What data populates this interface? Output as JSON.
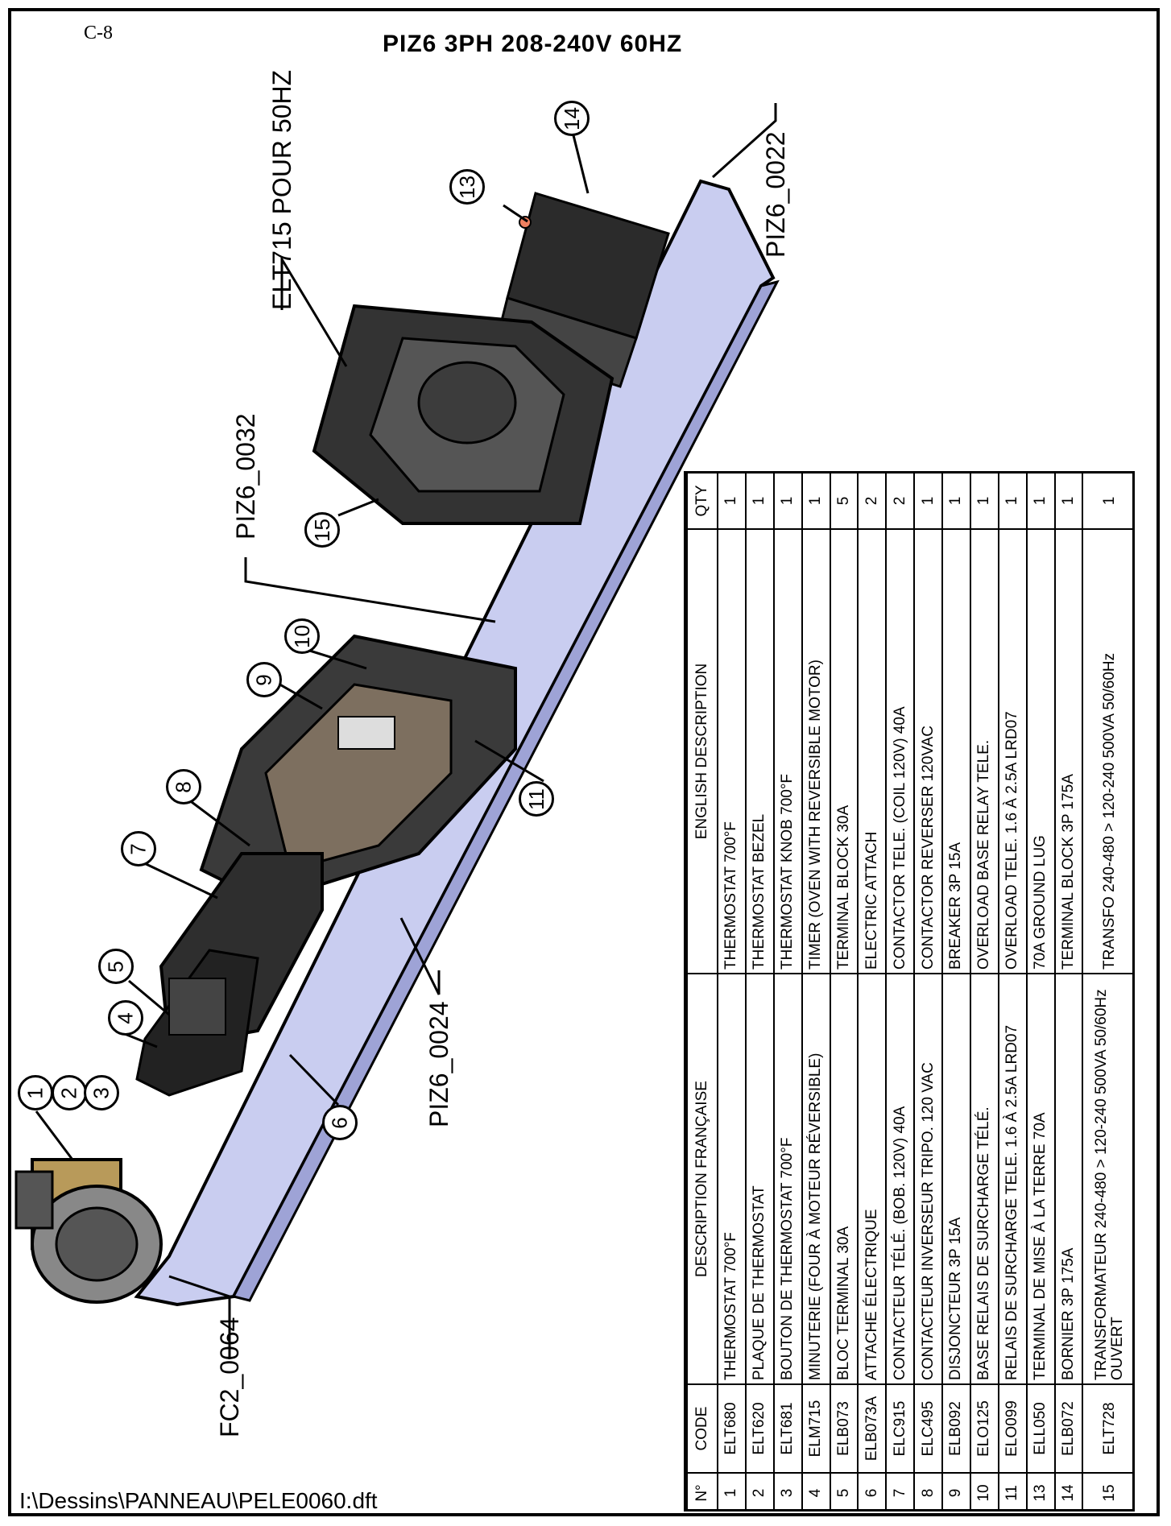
{
  "page_code": "C-8",
  "title": "PIZ6 3PH 208-240V 60HZ",
  "file_path": "I:\\Dessins\\PANNEAU\\PELE0060.dft",
  "callouts": {
    "elt715_50hz": "ELT715 POUR 50HZ",
    "piz6_0022": "PIZ6_0022",
    "piz6_0032": "PIZ6_0032",
    "piz6_0024": "PIZ6_0024",
    "fc2_0064": "FC2_0064"
  },
  "balloons": [
    "1",
    "2",
    "3",
    "4",
    "5",
    "6",
    "7",
    "8",
    "9",
    "10",
    "11",
    "13",
    "14",
    "15"
  ],
  "table": {
    "headers": {
      "no": "N°",
      "code": "CODE",
      "fr": "DESCRIPTION FRANÇAISE",
      "en": "ENGLISH DESCRIPTION",
      "qty": "QTY"
    },
    "rows": [
      {
        "no": "1",
        "code": "ELT680",
        "fr": "THERMOSTAT 700°F",
        "en": "THERMOSTAT 700°F",
        "qty": "1"
      },
      {
        "no": "2",
        "code": "ELT620",
        "fr": "PLAQUE DE THERMOSTAT",
        "en": "THERMOSTAT BEZEL",
        "qty": "1"
      },
      {
        "no": "3",
        "code": "ELT681",
        "fr": "BOUTON DE THERMOSTAT 700°F",
        "en": "THERMOSTAT KNOB 700°F",
        "qty": "1"
      },
      {
        "no": "4",
        "code": "ELM715",
        "fr": "MINUTERIE (FOUR À MOTEUR RÉVERSIBLE)",
        "en": "TIMER (OVEN WITH REVERSIBLE MOTOR)",
        "qty": "1"
      },
      {
        "no": "5",
        "code": "ELB073",
        "fr": "BLOC TERMINAL 30A",
        "en": "TERMINAL BLOCK 30A",
        "qty": "5"
      },
      {
        "no": "6",
        "code": "ELB073A",
        "fr": "ATTACHE ÉLECTRIQUE",
        "en": "ELECTRIC ATTACH",
        "qty": "2"
      },
      {
        "no": "7",
        "code": "ELC915",
        "fr": "CONTACTEUR TÉLÉ. (BOB. 120V) 40A",
        "en": "CONTACTOR TELE. (COIL 120V) 40A",
        "qty": "2"
      },
      {
        "no": "8",
        "code": "ELC495",
        "fr": "CONTACTEUR INVERSEUR TRIPO. 120 VAC",
        "en": "CONTACTOR REVERSER 120VAC",
        "qty": "1"
      },
      {
        "no": "9",
        "code": "ELB092",
        "fr": "DISJONCTEUR 3P 15A",
        "en": "BREAKER 3P 15A",
        "qty": "1"
      },
      {
        "no": "10",
        "code": "ELO125",
        "fr": "BASE RELAIS DE SURCHARGE TÉLÉ.",
        "en": "OVERLOAD BASE RELAY TELE.",
        "qty": "1"
      },
      {
        "no": "11",
        "code": "ELO099",
        "fr": "RELAIS DE SURCHARGE TELE. 1.6 À 2.5A LRD07",
        "en": "OVERLOAD TELE. 1.6 À 2.5A LRD07",
        "qty": "1"
      },
      {
        "no": "13",
        "code": "ELL050",
        "fr": "TERMINAL DE MISE À LA TERRE 70A",
        "en": "70A GROUND LUG",
        "qty": "1"
      },
      {
        "no": "14",
        "code": "ELB072",
        "fr": "BORNIER 3P 175A",
        "en": "TERMINAL BLOCK 3P 175A",
        "qty": "1"
      },
      {
        "no": "15",
        "code": "ELT728",
        "fr": "TRANSFORMATEUR 240-480 > 120-240 500VA 50/60Hz OUVERT",
        "en": "TRANSFO 240-480 > 120-240 500VA 50/60Hz",
        "qty": "1"
      }
    ]
  }
}
